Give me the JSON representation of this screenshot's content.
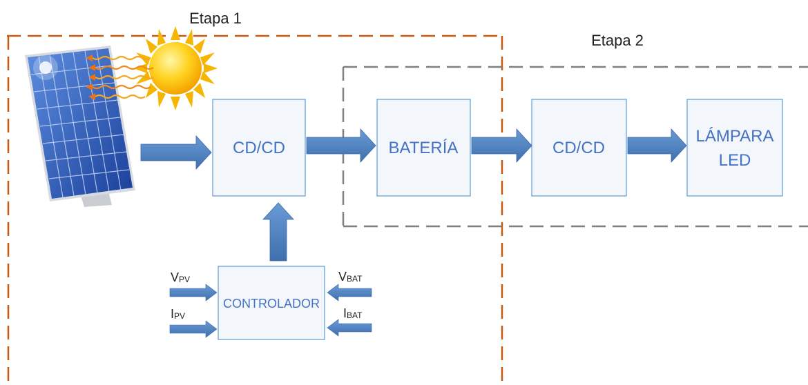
{
  "stages": {
    "stage1_label": "Etapa 1",
    "stage2_label": "Etapa 2"
  },
  "blocks": {
    "dcdc1": "CD/CD",
    "battery": "BATERÍA",
    "dcdc2": "CD/CD",
    "lamp_line1": "LÁMPARA",
    "lamp_line2": "LED",
    "controller": "CONTROLADOR"
  },
  "signals": {
    "vpv_main": "V",
    "vpv_sub": "PV",
    "ipv_main": "I",
    "ipv_sub": "PV",
    "vbat_main": "V",
    "vbat_sub": "BAT",
    "ibat_main": "I",
    "ibat_sub": "BAT"
  },
  "icons": {
    "solar_panel": "solar-panel-icon",
    "sun": "sun-icon"
  },
  "colors": {
    "stage1_border": "#c55a11",
    "stage2_border": "#7f7f7f",
    "block_border": "#5b9bd5",
    "block_fill": "#f3f7fc",
    "block_text": "#4472c4",
    "arrow": "#4a7ebb"
  }
}
